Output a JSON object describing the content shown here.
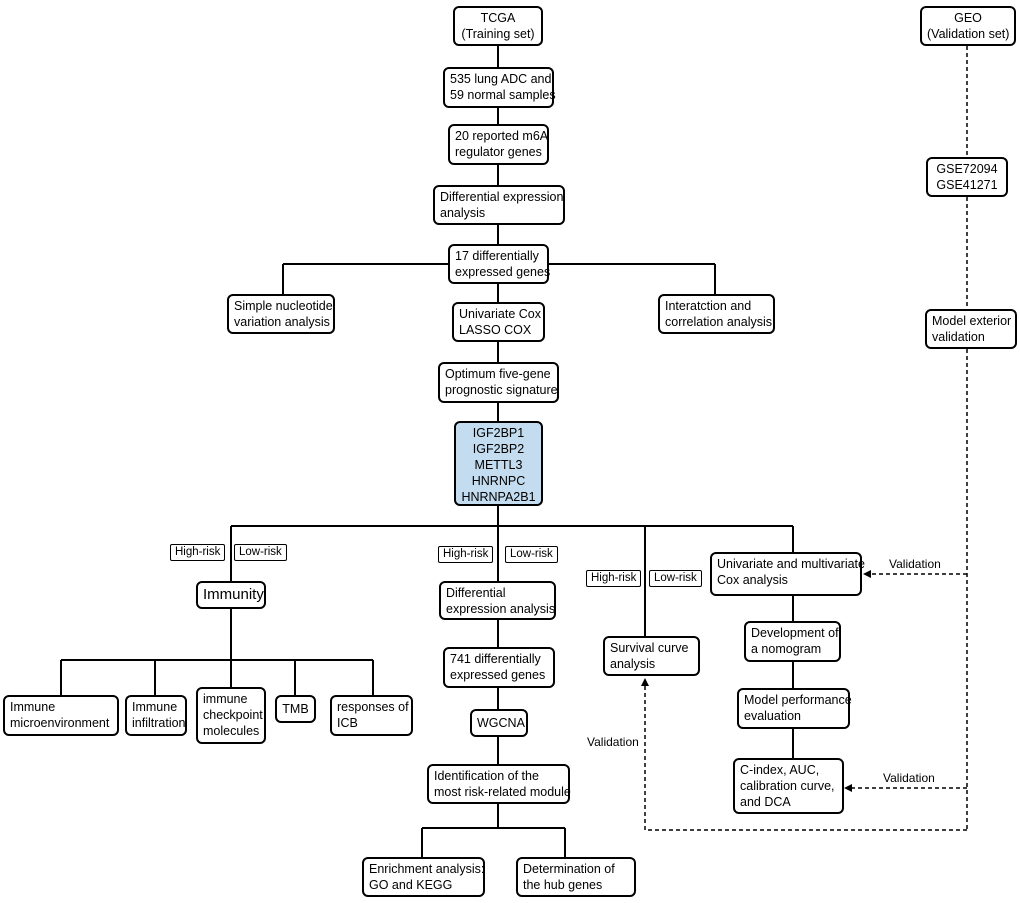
{
  "nodes": {
    "tcga": [
      "TCGA",
      "(Training set)"
    ],
    "samples": [
      "535 lung ADC and",
      "59 normal samples"
    ],
    "m6a": [
      "20 reported m6A",
      "regulator genes"
    ],
    "diff_expr": [
      "Differential expression",
      "analysis"
    ],
    "deg17": [
      "17 differentially",
      "expressed genes"
    ],
    "snv": [
      "Simple nucleotide",
      "variation analysis"
    ],
    "cox": [
      "Univariate Cox",
      "LASSO COX"
    ],
    "interaction": [
      "Interatction and",
      "correlation analysis"
    ],
    "signature": [
      "Optimum five-gene",
      "prognostic signature"
    ],
    "genes": [
      "IGF2BP1",
      "IGF2BP2",
      "METTL3",
      "HNRNPC",
      "HNRNPA2B1"
    ],
    "immunity": [
      "Immunity"
    ],
    "immune_micro": [
      "Immune",
      "microenvironment"
    ],
    "immune_infil": [
      "Immune",
      "infiltration"
    ],
    "checkpoint": [
      "immune",
      "checkpoint",
      "molecules"
    ],
    "tmb": [
      "TMB"
    ],
    "icb": [
      "responses of",
      "ICB"
    ],
    "diff_expr2": [
      "Differential",
      "expression analysis"
    ],
    "deg741": [
      "741 differentially",
      "expressed genes"
    ],
    "wgcna": [
      "WGCNA"
    ],
    "module": [
      "Identification of the",
      "most risk-related module"
    ],
    "enrichment": [
      "Enrichment analysis:",
      "GO and KEGG"
    ],
    "hub": [
      "Determination of",
      "the hub genes"
    ],
    "survival": [
      "Survival curve",
      "analysis"
    ],
    "uni_multi": [
      "Univariate and multivariate",
      "Cox analysis"
    ],
    "nomogram": [
      "Development of",
      "a nomogram"
    ],
    "perf": [
      "Model performance",
      "evaluation"
    ],
    "cindex": [
      "C-index, AUC,",
      "calibration curve,",
      "and DCA"
    ],
    "geo": [
      "GEO",
      "(Validation set)"
    ],
    "gse": [
      "GSE72094",
      "GSE41271"
    ],
    "exterior": [
      "Model exterior",
      "validation"
    ]
  },
  "tags": {
    "high_risk": "High-risk",
    "low_risk": "Low-risk"
  },
  "edge_labels": {
    "validation": "Validation"
  }
}
